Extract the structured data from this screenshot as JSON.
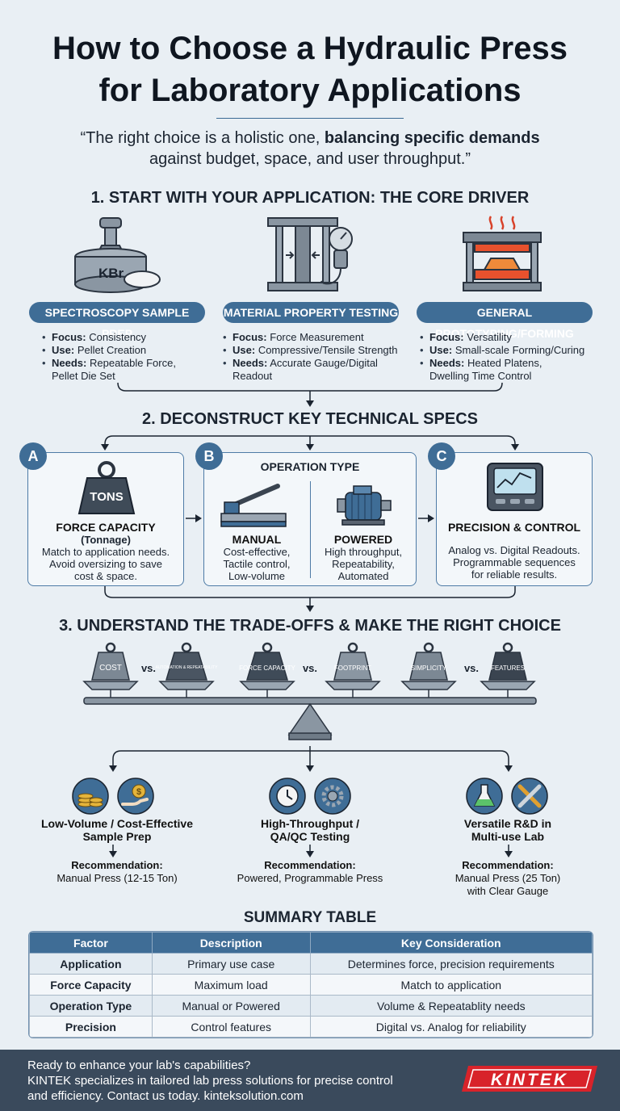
{
  "title": {
    "line1": "How to Choose a Hydraulic Press",
    "line2": "for Laboratory Applications"
  },
  "quote": {
    "before": "“The right choice is a holistic one, ",
    "bold": "balancing specific demands",
    "after": "against budget, space, and user throughput.”"
  },
  "section1": {
    "heading": "1. START WITH YOUR APPLICATION: THE CORE DRIVER",
    "kbr_label": "KBr",
    "columns": [
      {
        "pill": "SPECTROSCOPY SAMPLE PREP",
        "focus_k": "Focus:",
        "focus_v": "Consistency",
        "use_k": "Use:",
        "use_v": "Pellet Creation",
        "needs_k": "Needs:",
        "needs_v": "Repeatable Force,",
        "needs_v2": "Pellet Die Set"
      },
      {
        "pill": "MATERIAL PROPERTY TESTING",
        "focus_k": "Focus:",
        "focus_v": "Force Measurement",
        "use_k": "Use:",
        "use_v": "Compressive/Tensile Strength",
        "needs_k": "Needs:",
        "needs_v": "Accurate Gauge/Digital",
        "needs_v2": "Readout"
      },
      {
        "pill": "GENERAL PROTOTYPING/FORMING",
        "focus_k": "Focus:",
        "focus_v": "Versatility",
        "use_k": "Use:",
        "use_v": "Small-scale Forming/Curing",
        "needs_k": "Needs:",
        "needs_v": "Heated Platens,",
        "needs_v2": "Dwelling Time Control"
      }
    ]
  },
  "section2": {
    "heading": "2. DECONSTRUCT KEY TECHNICAL SPECS",
    "a": {
      "badge": "A",
      "weight_label": "TONS",
      "title": "FORCE CAPACITY",
      "subtitle": "(Tonnage)",
      "desc1": "Match to application needs.",
      "desc2": "Avoid oversizing to save",
      "desc3": "cost & space."
    },
    "b": {
      "badge": "B",
      "header": "OPERATION TYPE",
      "manual_title": "MANUAL",
      "manual_1": "Cost-effective,",
      "manual_2": "Tactile control,",
      "manual_3": "Low-volume",
      "powered_title": "POWERED",
      "powered_1": "High throughput,",
      "powered_2": "Repeatability,",
      "powered_3": "Automated"
    },
    "c": {
      "badge": "C",
      "title": "PRECISION & CONTROL",
      "desc1": "Analog vs. Digital Readouts.",
      "desc2": "Programmable sequences",
      "desc3": "for reliable results."
    }
  },
  "section3": {
    "heading": "3. UNDERSTAND THE TRADE-OFFS & MAKE THE RIGHT CHOICE",
    "weights": [
      "COST",
      "AUTOMATION & REPEATABILITY",
      "FORCE CAPACITY",
      "FOOTPRINT",
      "SIMPLICITY",
      "FEATURES"
    ],
    "vs": "vs.",
    "outcomes": [
      {
        "title1": "Low-Volume / Cost-Effective",
        "title2": "Sample Prep",
        "rec_label": "Recommendation:",
        "rec1": "Manual Press (12-15 Ton)",
        "rec2": ""
      },
      {
        "title1": "High-Throughput /",
        "title2": "QA/QC Testing",
        "rec_label": "Recommendation:",
        "rec1": "Powered, Programmable Press",
        "rec2": ""
      },
      {
        "title1": "Versatile R&D in",
        "title2": "Multi-use Lab",
        "rec_label": "Recommendation:",
        "rec1": "Manual Press (25 Ton)",
        "rec2": "with Clear Gauge"
      }
    ]
  },
  "summary": {
    "heading": "SUMMARY TABLE",
    "headers": [
      "Factor",
      "Description",
      "Key Consideration"
    ],
    "rows": [
      [
        "Application",
        "Primary use case",
        "Determines force, precision requirements"
      ],
      [
        "Force Capacity",
        "Maximum load",
        "Match to application"
      ],
      [
        "Operation Type",
        "Manual or Powered",
        "Volume & Repeatablity needs"
      ],
      [
        "Precision",
        "Control features",
        "Digital vs. Analog for reliability"
      ]
    ]
  },
  "footer": {
    "line1": "Ready to enhance your lab's capabilities?",
    "line2": "KINTEK specializes in tailored lab press solutions for precise control",
    "line3": "and efficiency. Contact us today. kinteksolution.com",
    "logo": "KINTEK"
  },
  "colors": {
    "accent": "#3f6d96",
    "footer_bg": "#3a4a5c",
    "logo_red": "#d8232a"
  }
}
